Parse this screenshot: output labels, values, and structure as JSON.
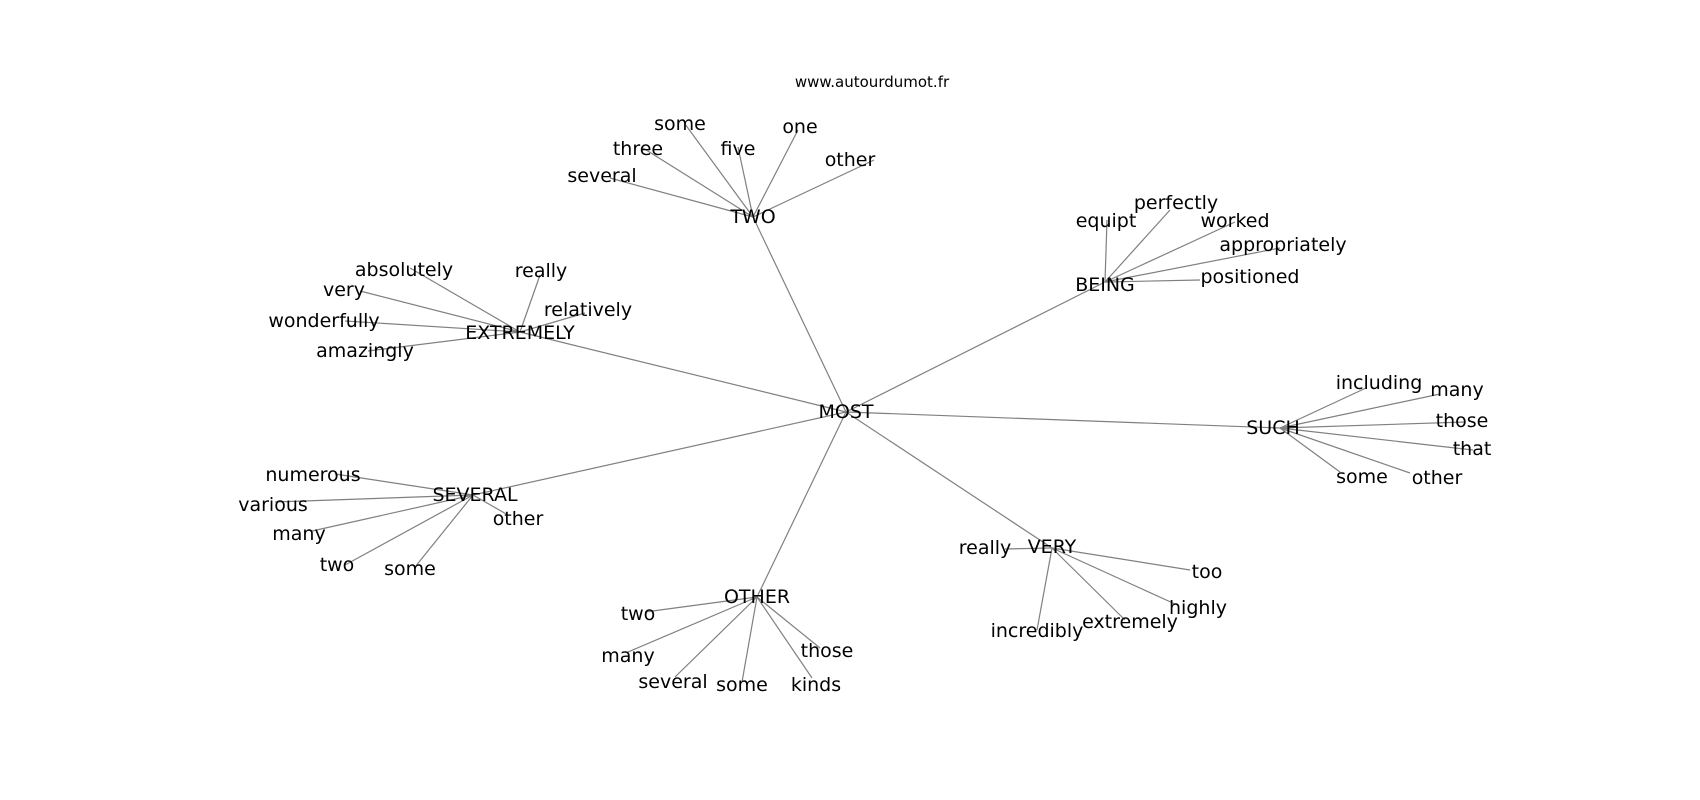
{
  "site_label": "www.autourdumot.fr",
  "root": {
    "id": "most",
    "label": "MOST"
  },
  "hubs": [
    {
      "id": "two",
      "label": "TWO",
      "leaves": [
        "some",
        "three",
        "several",
        "five",
        "one",
        "other"
      ]
    },
    {
      "id": "being",
      "label": "BEING",
      "leaves": [
        "equipt",
        "perfectly",
        "worked",
        "appropriately",
        "positioned"
      ]
    },
    {
      "id": "extremely",
      "label": "EXTREMELY",
      "leaves": [
        "absolutely",
        "really",
        "very",
        "relatively",
        "wonderfully",
        "amazingly"
      ]
    },
    {
      "id": "such",
      "label": "SUCH",
      "leaves": [
        "including",
        "many",
        "those",
        "that",
        "some",
        "other"
      ]
    },
    {
      "id": "several",
      "label": "SEVERAL",
      "leaves": [
        "numerous",
        "various",
        "many",
        "other",
        "two",
        "some"
      ]
    },
    {
      "id": "very",
      "label": "VERY",
      "leaves": [
        "really",
        "too",
        "highly",
        "extremely",
        "incredibly"
      ]
    },
    {
      "id": "other",
      "label": "OTHER",
      "leaves": [
        "two",
        "many",
        "several",
        "some",
        "kinds",
        "those"
      ]
    }
  ]
}
